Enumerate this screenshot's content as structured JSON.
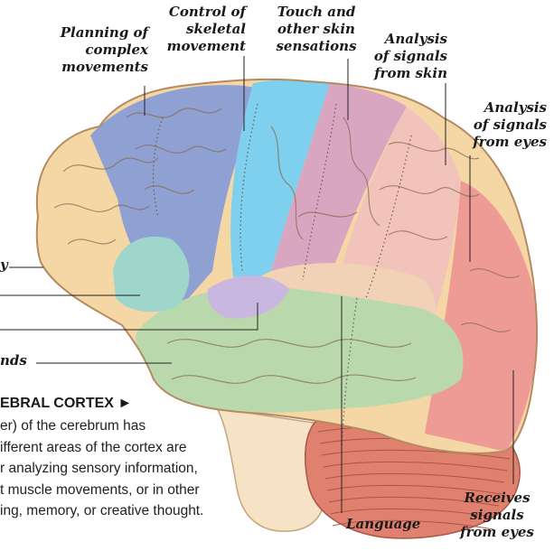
{
  "labels": {
    "planning": [
      "Planning of",
      "complex",
      "movements"
    ],
    "control": [
      "Control of",
      "skeletal",
      "movement"
    ],
    "touch": [
      "Touch and",
      "other skin",
      "sensations"
    ],
    "analysis_skin": [
      "Analysis",
      "of signals",
      "from skin"
    ],
    "analysis_eyes": [
      "Analysis",
      "of signals",
      "from eyes"
    ],
    "cut_left_1": "y",
    "cut_left_2": "nds",
    "receives": [
      "Receives",
      "signals",
      "from eyes"
    ],
    "language": "Language"
  },
  "caption": {
    "title": "EBRAL CORTEX ►",
    "lines": [
      "er) of the cerebrum has",
      "ifferent areas of the cortex are",
      "r analyzing sensory information,",
      "t muscle movements, or in other",
      "ing, memory, or creative thought."
    ]
  },
  "colors": {
    "frontal": "#f5d7a6",
    "premotor": "#8fa0d2",
    "motor": "#7fd0ee",
    "somatosensory": "#d9a6c2",
    "parietal": "#f2c3bb",
    "occipital": "#ee9b96",
    "temporal": "#b9d9ad",
    "wernicke": "#f1d2b6",
    "broca": "#9fd6cb",
    "cerebellum": "#e0806e",
    "brainstem": "#f6e3c6"
  }
}
